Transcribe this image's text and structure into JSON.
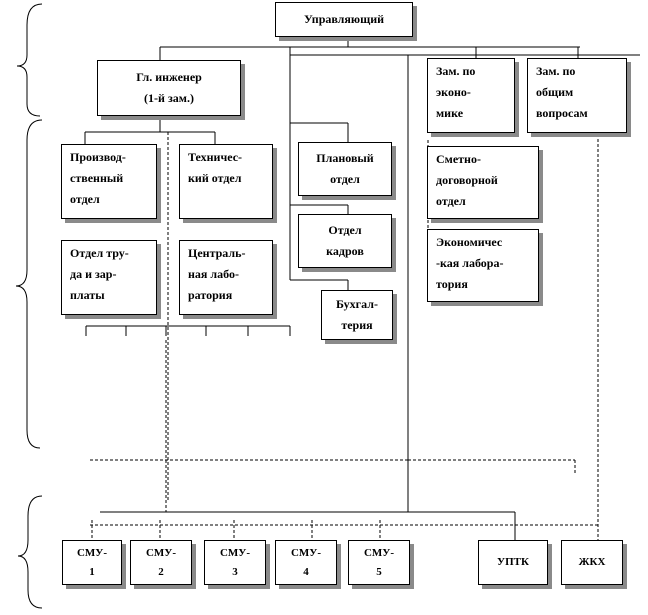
{
  "top": {
    "manager": "Управляющий"
  },
  "deputies": {
    "chief_engineer": "Гл. инженер\n(1-й зам.)",
    "deputy_economics": "Зам. по\nэконо-\nмике",
    "deputy_general": "Зам. по\nобщим\nвопросам"
  },
  "departments": {
    "production": "Производ-\nственный\nотдел",
    "technical": "Техничес-\nкий отдел",
    "labor": "Отдел тру-\nда и зар-\nплаты",
    "central_lab": "Централь-\nная лабо-\nратория",
    "planning": "Плановый\nотдел",
    "hr": "Отдел\nкадров",
    "accounting": "Бухгал-\nтерия",
    "estimates": "Сметно-\nдоговорной\nотдел",
    "economic_lab": "Экономичес\n-кая лабора-\nтория"
  },
  "units": {
    "smu1": "СМУ-\n1",
    "smu2": "СМУ-\n2",
    "smu3": "СМУ-\n3",
    "smu4": "СМУ-\n4",
    "smu5": "СМУ-\n5",
    "uptk": "УПТК",
    "zhkh": "ЖКХ"
  }
}
